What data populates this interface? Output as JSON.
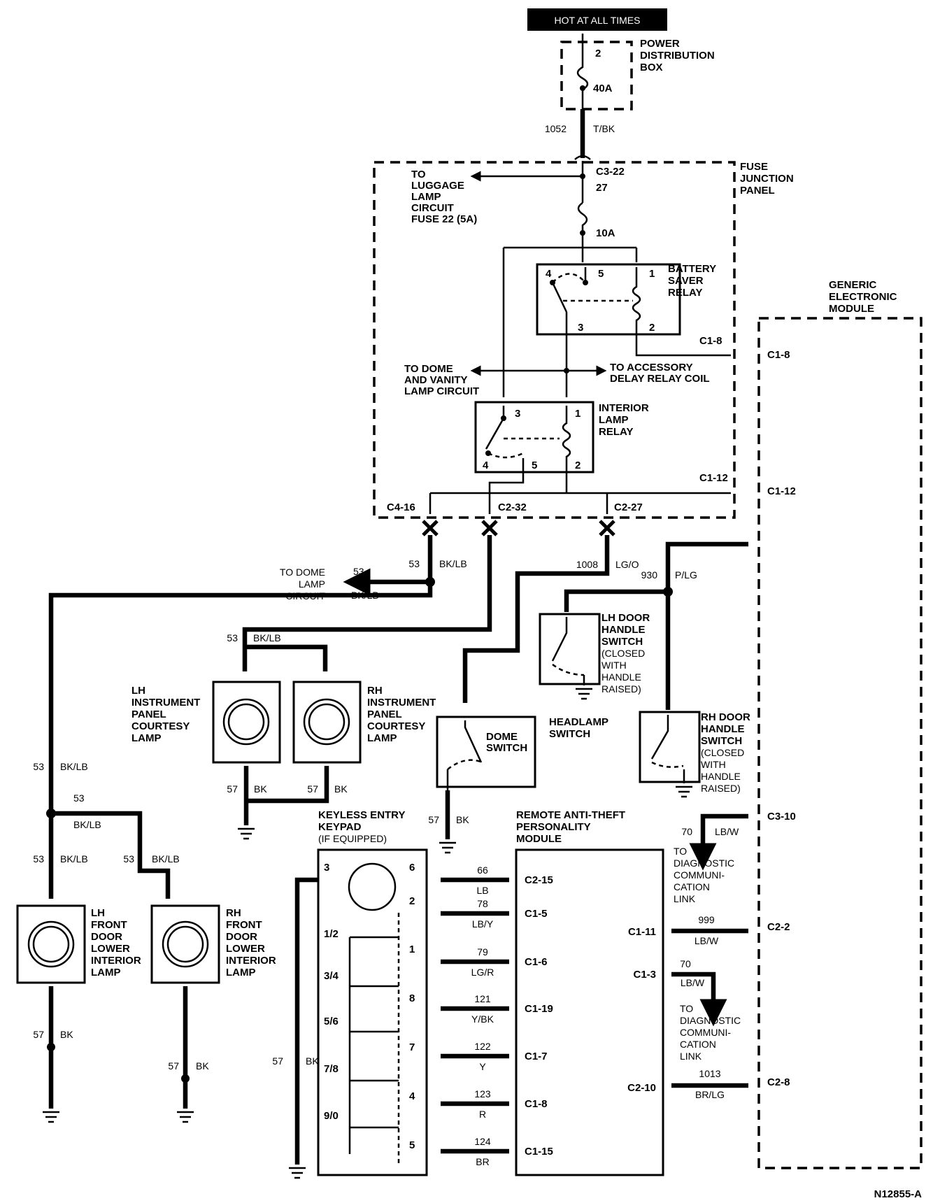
{
  "header": {
    "hot_label": "HOT AT ALL TIMES",
    "figure_id": "N12855-A"
  },
  "pdb": {
    "l1": "POWER",
    "l2": "DISTRIBUTION",
    "l3": "BOX",
    "pin": "2",
    "fuse": "40A"
  },
  "feed": {
    "circuit": "1052",
    "color": "T/BK"
  },
  "fjp": {
    "l1": "FUSE",
    "l2": "JUNCTION",
    "l3": "PANEL",
    "conn_in": "C3-22",
    "fuse_num": "27",
    "fuse_amp": "10A",
    "c4": "C4-16",
    "c2a": "C2-32",
    "c2b": "C2-27",
    "c1_8": "C1-8",
    "c1_12": "C1-12"
  },
  "luggage": {
    "l1": "TO",
    "l2": "LUGGAGE",
    "l3": "LAMP",
    "l4": "CIRCUIT",
    "l5": "FUSE 22 (5A)"
  },
  "battery_relay": {
    "l1": "BATTERY",
    "l2": "SAVER",
    "l3": "RELAY",
    "p4": "4",
    "p5": "5",
    "p1": "1",
    "p3": "3",
    "p2": "2"
  },
  "dome_vanity": {
    "l1": "TO DOME",
    "l2": "AND VANITY",
    "l3": "LAMP CIRCUIT"
  },
  "accessory": {
    "l1": "TO ACCESSORY",
    "l2": "DELAY RELAY COIL"
  },
  "interior_relay": {
    "l1": "INTERIOR",
    "l2": "LAMP",
    "l3": "RELAY",
    "p3": "3",
    "p1": "1",
    "p4": "4",
    "p5": "5",
    "p2": "2"
  },
  "gem": {
    "l1": "GENERIC",
    "l2": "ELECTRONIC",
    "l3": "MODULE",
    "c1_8": "C1-8",
    "c1_12": "C1-12",
    "c3_10": "C3-10",
    "c2_2": "C2-2",
    "c2_8": "C2-8"
  },
  "wires": {
    "w53a": "53",
    "bklb": "BK/LB",
    "dome_to1": "TO DOME",
    "dome_to2": "LAMP",
    "dome_to3": "CIRCUIT",
    "w1008": "1008",
    "lgo": "LG/O",
    "w930": "930",
    "plg": "P/LG",
    "w57": "57",
    "bk": "BK"
  },
  "lh_door_switch": {
    "l1": "LH DOOR",
    "l2": "HANDLE",
    "l3": "SWITCH",
    "l4": "(CLOSED",
    "l5": "WITH",
    "l6": "HANDLE",
    "l7": "RAISED)"
  },
  "rh_door_switch": {
    "l1": "RH DOOR",
    "l2": "HANDLE",
    "l3": "SWITCH",
    "l4": "(CLOSED",
    "l5": "WITH",
    "l6": "HANDLE",
    "l7": "RAISED)"
  },
  "lh_ip_lamp": {
    "l1": "LH",
    "l2": "INSTRUMENT",
    "l3": "PANEL",
    "l4": "COURTESY",
    "l5": "LAMP"
  },
  "rh_ip_lamp": {
    "l1": "RH",
    "l2": "INSTRUMENT",
    "l3": "PANEL",
    "l4": "COURTESY",
    "l5": "LAMP"
  },
  "headlamp": {
    "l1": "HEADLAMP",
    "l2": "SWITCH",
    "dome1": "DOME",
    "dome2": "SWITCH"
  },
  "lh_front_lamp": {
    "l1": "LH",
    "l2": "FRONT",
    "l3": "DOOR",
    "l4": "LOWER",
    "l5": "INTERIOR",
    "l6": "LAMP"
  },
  "rh_front_lamp": {
    "l1": "RH",
    "l2": "FRONT",
    "l3": "DOOR",
    "l4": "LOWER",
    "l5": "INTERIOR",
    "l6": "LAMP"
  },
  "keypad": {
    "l1": "KEYLESS ENTRY",
    "l2": "KEYPAD",
    "l3": "(IF EQUIPPED)",
    "p3": "3",
    "p6": "6",
    "p2": "2",
    "p1": "1",
    "p8": "8",
    "p7": "7",
    "p4": "4",
    "p5": "5",
    "k12": "1/2",
    "k34": "3/4",
    "k56": "5/6",
    "k78": "7/8",
    "k90": "9/0"
  },
  "ratp": {
    "l1": "REMOTE ANTI-THEFT",
    "l2": "PERSONALITY",
    "l3": "MODULE",
    "c1_11": "C1-11",
    "c1_3": "C1-3",
    "c2_10": "C2-10"
  },
  "keypad_wires": [
    {
      "num": "66",
      "color": "LB",
      "conn": "C2-15"
    },
    {
      "num": "78",
      "color": "LB/Y",
      "conn": "C1-5"
    },
    {
      "num": "79",
      "color": "LG/R",
      "conn": "C1-6"
    },
    {
      "num": "121",
      "color": "Y/BK",
      "conn": "C1-19"
    },
    {
      "num": "122",
      "color": "Y",
      "conn": "C1-7"
    },
    {
      "num": "123",
      "color": "R",
      "conn": "C1-8"
    },
    {
      "num": "124",
      "color": "BR",
      "conn": "C1-15"
    }
  ],
  "gem_wires": {
    "w70": "70",
    "lbw": "LB/W",
    "w999": "999",
    "w1013": "1013",
    "brlg": "BR/LG",
    "diag1": "TO",
    "diag2": "DIAGNOSTIC",
    "diag3": "COMMUNI-",
    "diag4": "CATION",
    "diag5": "LINK"
  }
}
